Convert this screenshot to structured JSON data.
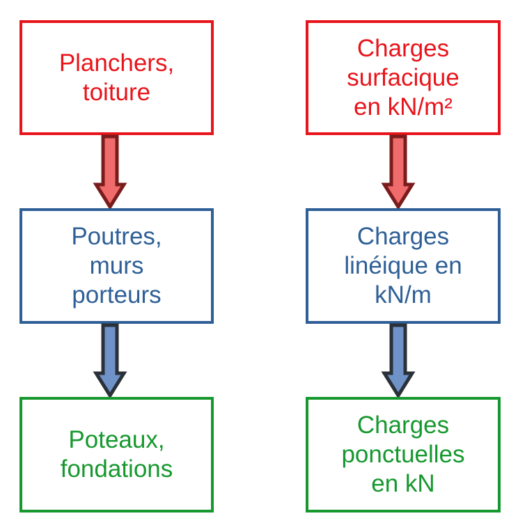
{
  "diagram": {
    "colors": {
      "row1": "#e8141b",
      "row2": "#2e5f96",
      "row3": "#16982f",
      "arrow1_fill": "#f06b6b",
      "arrow1_stroke": "#7a1c1c",
      "arrow2_fill": "#6f93c8",
      "arrow2_stroke": "#2b3138"
    },
    "left_column": {
      "row1": "Planchers,\ntoiture",
      "row2": "Poutres,\nmurs\nporteurs",
      "row3": "Poteaux,\nfondations"
    },
    "right_column": {
      "row1": "Charges\nsurfacique\nen kN/m²",
      "row2": "Charges\nlinéique en\nkN/m",
      "row3": "Charges\nponctuelles\nen kN"
    },
    "icons": {
      "arrow": "down-arrow-icon"
    }
  }
}
